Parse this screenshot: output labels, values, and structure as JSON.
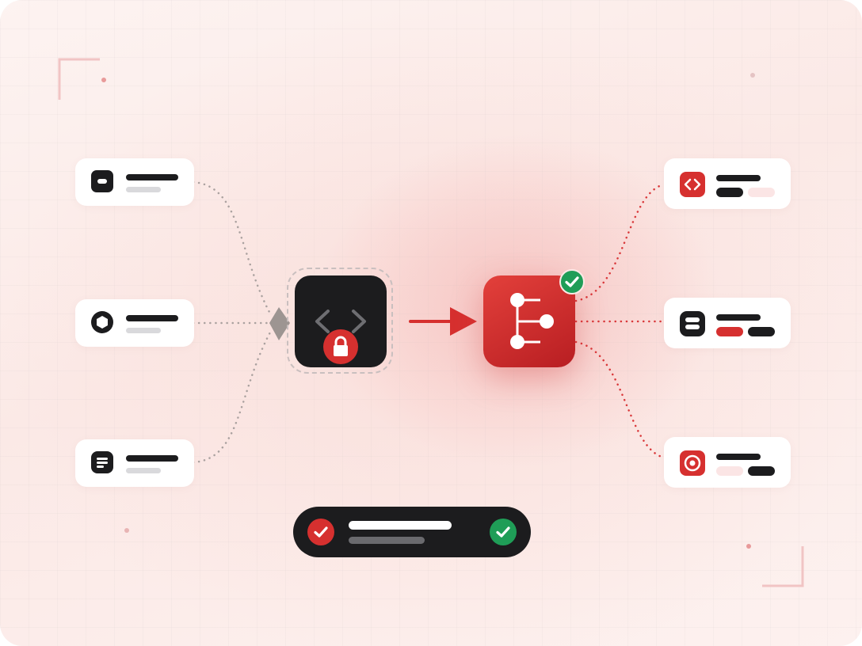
{
  "colors": {
    "accent_red": "#d6302f",
    "success_green": "#1f9d57",
    "dark": "#1c1c1e",
    "placeholder_light": "#d9d9dc",
    "placeholder_pink": "#fbe5e5",
    "connector_gray": "#a8a09e",
    "connector_red": "#d9383a"
  },
  "sources": [
    {
      "icon": "minus-square-icon"
    },
    {
      "icon": "hexagon-icon"
    },
    {
      "icon": "document-list-icon"
    }
  ],
  "hub": {
    "icon": "code-brackets-icon",
    "badge": "lock-icon"
  },
  "processor": {
    "icon": "tree-structure-icon",
    "badge": "check-icon"
  },
  "outputs": [
    {
      "icon": "code-brackets-icon",
      "pills": [
        "dark",
        "pink"
      ]
    },
    {
      "icon": "database-icon",
      "pills": [
        "red",
        "dark"
      ]
    },
    {
      "icon": "target-icon",
      "pills": [
        "pink",
        "dark"
      ]
    }
  ],
  "status_bar": {
    "left_icon": "check-circle-red-icon",
    "right_icon": "check-circle-green-icon"
  }
}
